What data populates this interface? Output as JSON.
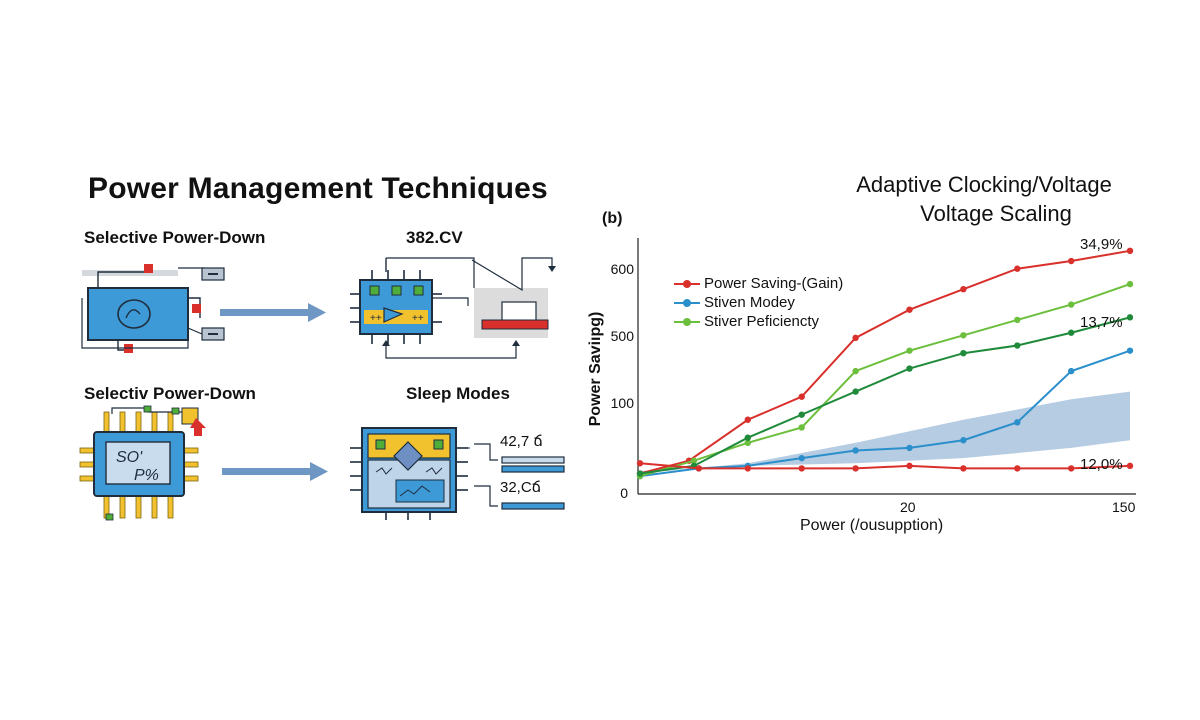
{
  "diagram": {
    "title": "Power Management Techniques",
    "panel_top_left_label": "Selective Power-Down",
    "panel_top_right_label": "382.CV",
    "panel_bottom_left_label": "Selectiv Power-Down",
    "panel_bottom_right_label": "Sleep Modes",
    "chip_text_line1": "SO'",
    "chip_text_line2": "P%",
    "sleep_value_1": "42,7 ճ",
    "sleep_value_2": "32,Cճ",
    "colors": {
      "chip_blue": "#3d9ad6",
      "chip_border": "#1f2d3d",
      "accent_yellow": "#f2c12e",
      "accent_red": "#d9302c",
      "accent_green": "#4fae3a",
      "arrow_blue": "#6f97c3"
    }
  },
  "chart_data": {
    "type": "line",
    "title_line1": "Adaptive Clocking/Voltage",
    "title_line2": "Voltage Scaling",
    "panel_label": "(b)",
    "xlabel": "Power (/ousupption)",
    "ylabel": "Power Saviıpg)",
    "x_tick_labels": [
      "20",
      "150"
    ],
    "y_tick_labels": [
      "0",
      "100",
      "500",
      "600"
    ],
    "legend": [
      "Power Saving-(Gain)",
      "Stiven Modey",
      "Stiver Peficiencty"
    ],
    "annotations": [
      "34,9%",
      "13,7%",
      "12,0%"
    ],
    "grid": false,
    "legend_position": "top-left",
    "series": [
      {
        "name": "Power Saving-(Gain)",
        "color": "#d9302c",
        "points": [
          [
            0,
            0.92
          ],
          [
            0.1,
            0.87
          ],
          [
            0.22,
            0.71
          ],
          [
            0.33,
            0.62
          ],
          [
            0.44,
            0.39
          ],
          [
            0.55,
            0.28
          ],
          [
            0.66,
            0.2
          ],
          [
            0.77,
            0.12
          ],
          [
            0.88,
            0.09
          ],
          [
            1.0,
            0.05
          ]
        ]
      },
      {
        "name": "Stiven Modey",
        "color": "#2b8fcb",
        "points": [
          [
            0,
            0.93
          ],
          [
            0.12,
            0.9
          ],
          [
            0.22,
            0.89
          ],
          [
            0.33,
            0.86
          ],
          [
            0.44,
            0.83
          ],
          [
            0.55,
            0.82
          ],
          [
            0.66,
            0.79
          ],
          [
            0.77,
            0.72
          ],
          [
            0.88,
            0.52
          ],
          [
            1.0,
            0.44
          ]
        ]
      },
      {
        "name": "Stiver Peficiencty",
        "color": "#6cbf3c",
        "points": [
          [
            0,
            0.93
          ],
          [
            0.11,
            0.87
          ],
          [
            0.22,
            0.8
          ],
          [
            0.33,
            0.74
          ],
          [
            0.44,
            0.52
          ],
          [
            0.55,
            0.44
          ],
          [
            0.66,
            0.38
          ],
          [
            0.77,
            0.32
          ],
          [
            0.88,
            0.26
          ],
          [
            1.0,
            0.18
          ]
        ]
      },
      {
        "name": "",
        "color": "#1f8a3a",
        "points": [
          [
            0,
            0.92
          ],
          [
            0.11,
            0.89
          ],
          [
            0.22,
            0.78
          ],
          [
            0.33,
            0.69
          ],
          [
            0.44,
            0.6
          ],
          [
            0.55,
            0.51
          ],
          [
            0.66,
            0.45
          ],
          [
            0.77,
            0.42
          ],
          [
            0.88,
            0.37
          ],
          [
            1.0,
            0.31
          ]
        ]
      },
      {
        "name": "",
        "color": "#d9302c",
        "points": [
          [
            0,
            0.88
          ],
          [
            0.12,
            0.9
          ],
          [
            0.22,
            0.9
          ],
          [
            0.33,
            0.9
          ],
          [
            0.44,
            0.9
          ],
          [
            0.55,
            0.89
          ],
          [
            0.66,
            0.9
          ],
          [
            0.77,
            0.9
          ],
          [
            0.88,
            0.9
          ],
          [
            1.0,
            0.89
          ]
        ]
      }
    ],
    "band": {
      "color": "#a9c3dd",
      "upper": [
        [
          0,
          0.92
        ],
        [
          0.22,
          0.88
        ],
        [
          0.44,
          0.8
        ],
        [
          0.66,
          0.71
        ],
        [
          0.88,
          0.63
        ],
        [
          1.0,
          0.6
        ]
      ],
      "lower": [
        [
          1.0,
          0.79
        ],
        [
          0.88,
          0.82
        ],
        [
          0.66,
          0.86
        ],
        [
          0.44,
          0.88
        ],
        [
          0.22,
          0.89
        ],
        [
          0,
          0.91
        ]
      ]
    }
  }
}
